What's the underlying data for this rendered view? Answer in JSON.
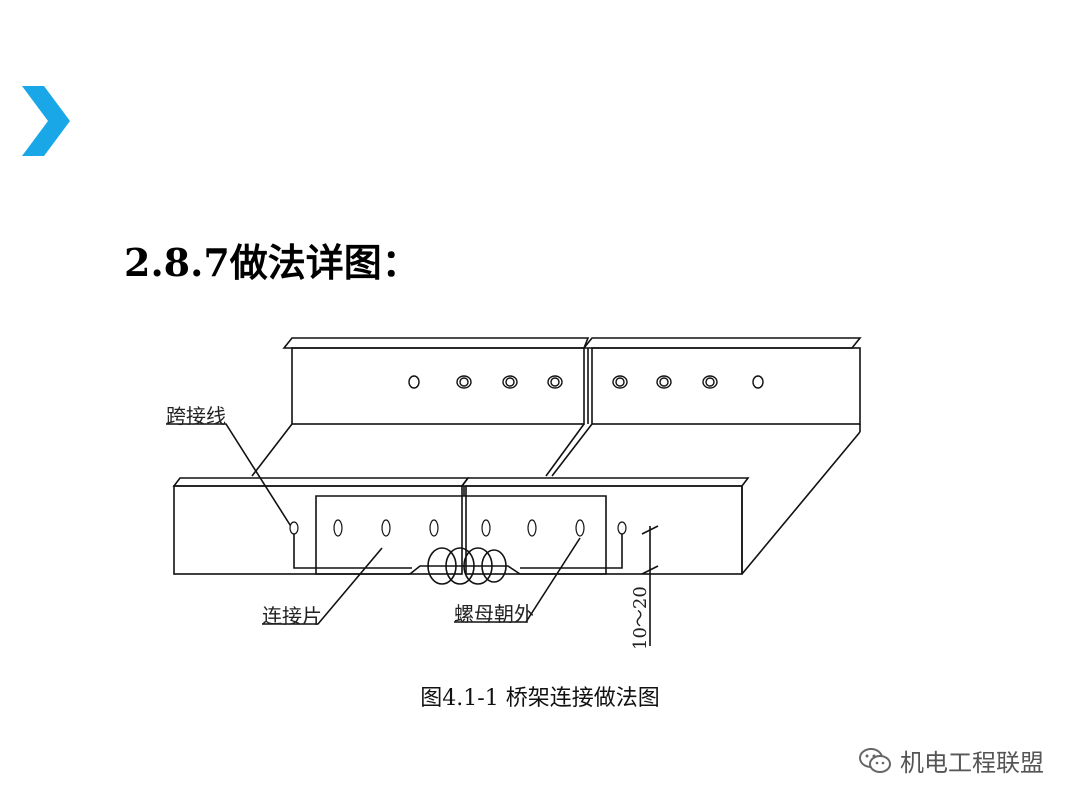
{
  "slide": {
    "title": "2.8.7做法详图：",
    "accent_color": "#1aa7e8"
  },
  "figure": {
    "caption": "图4.1-1 桥架连接做法图",
    "labels": {
      "jumper": "跨接线",
      "plate": "连接片",
      "nut": "螺母朝外",
      "dimension": "10～20"
    }
  },
  "watermark": {
    "text": "机电工程联盟",
    "icon": "wechat-icon"
  }
}
